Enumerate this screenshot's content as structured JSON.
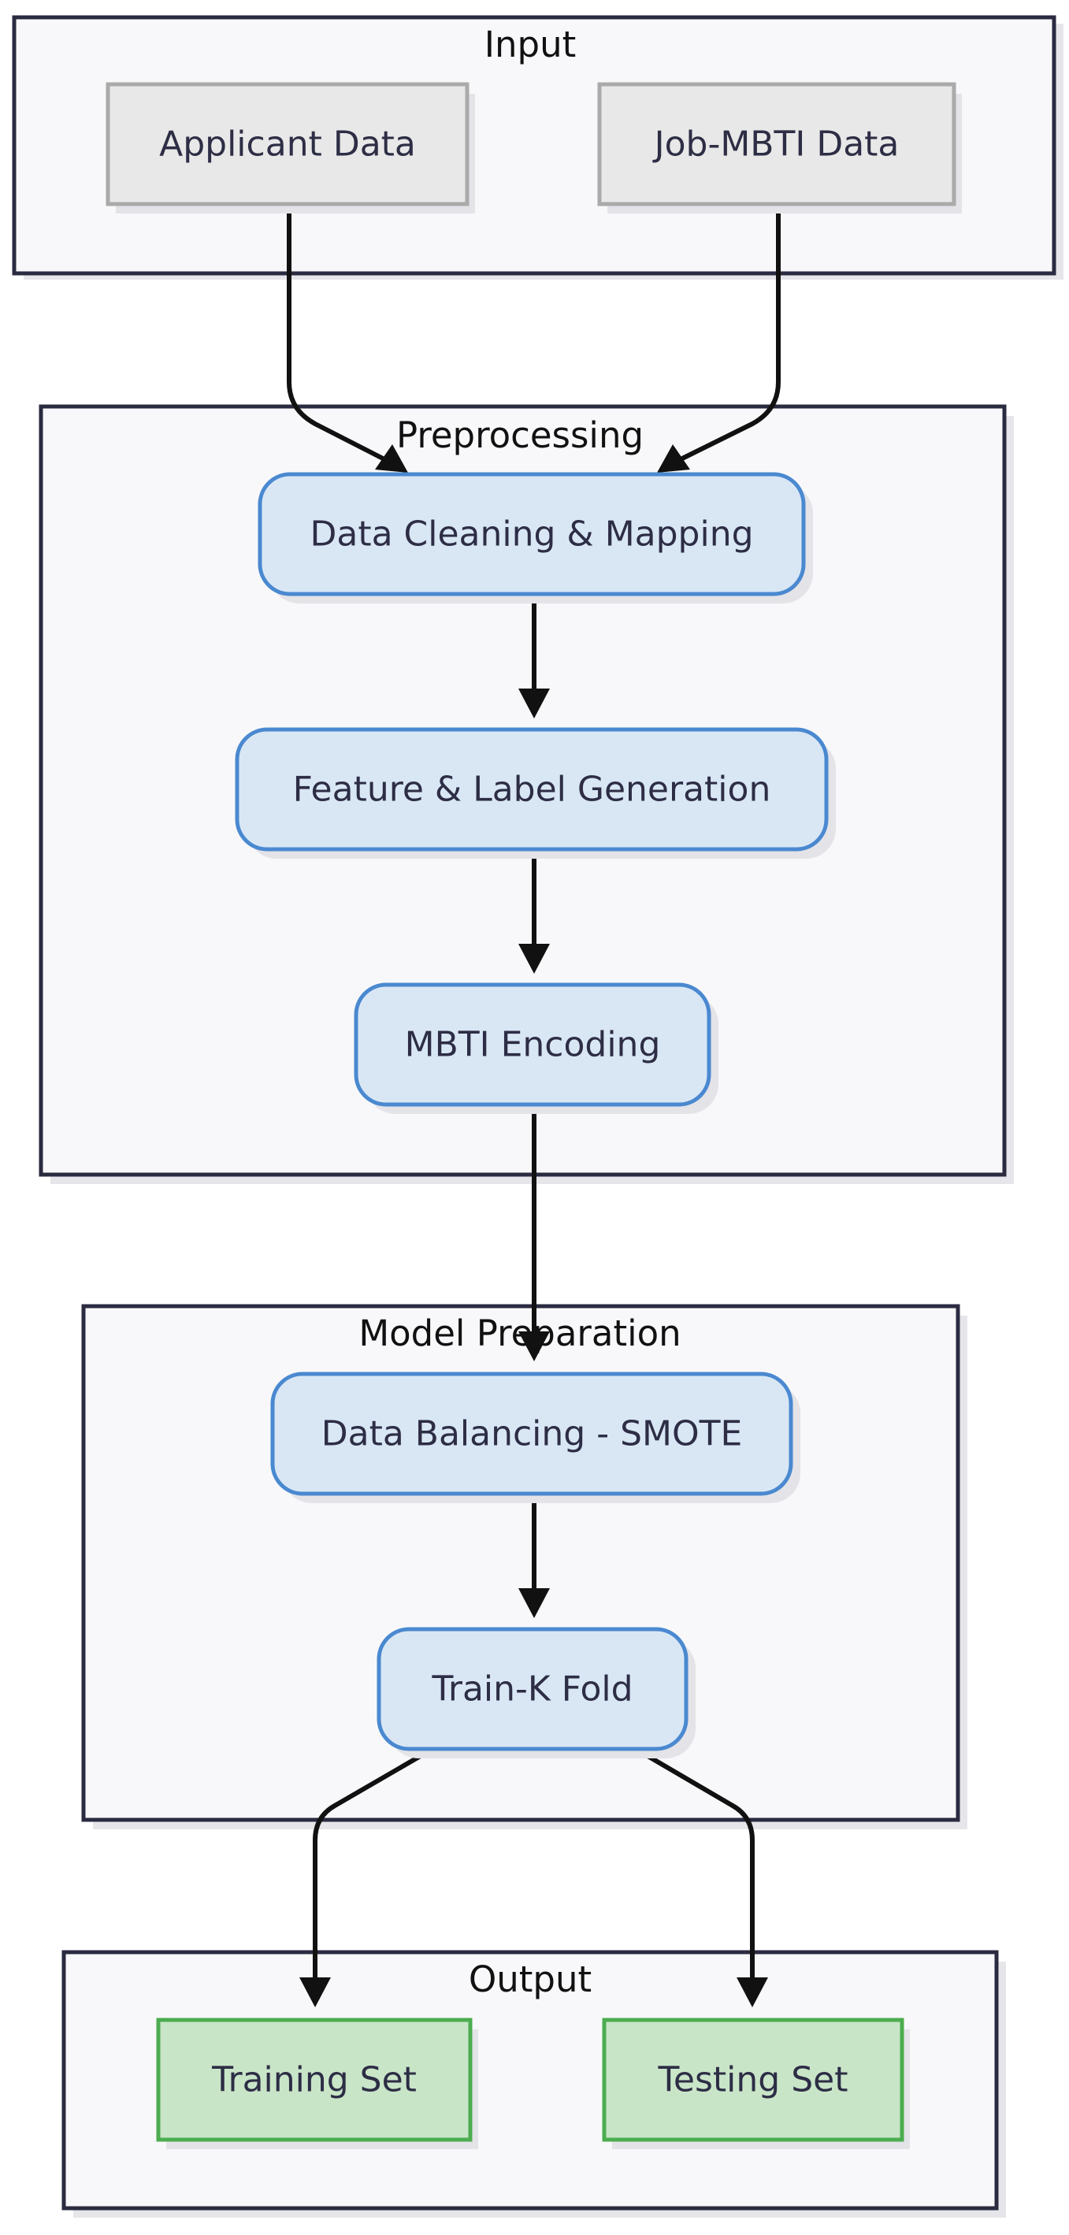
{
  "groups": {
    "input": {
      "title": "Input"
    },
    "preprocessing": {
      "title": "Preprocessing"
    },
    "model_preparation": {
      "title": "Model Preparation"
    },
    "output": {
      "title": "Output"
    }
  },
  "nodes": {
    "applicant_data": "Applicant Data",
    "job_mbti_data": "Job-MBTI Data",
    "data_cleaning": "Data Cleaning & Mapping",
    "feature_label": "Feature & Label Generation",
    "mbti_encoding": "MBTI Encoding",
    "data_balancing": "Data Balancing - SMOTE",
    "train_k_fold": "Train-K Fold",
    "training_set": "Training Set",
    "testing_set": "Testing Set"
  },
  "colors": {
    "process_fill": "#d9e7f5",
    "process_stroke": "#4a89d0",
    "input_fill": "#e8e8e8",
    "input_stroke": "#aaaaaa",
    "output_fill": "#c9e5c8",
    "output_stroke": "#4cad4f",
    "group_fill": "#f8f8fa",
    "group_stroke": "#2a2a40"
  },
  "edges": [
    {
      "from": "applicant_data",
      "to": "data_cleaning"
    },
    {
      "from": "job_mbti_data",
      "to": "data_cleaning"
    },
    {
      "from": "data_cleaning",
      "to": "feature_label"
    },
    {
      "from": "feature_label",
      "to": "mbti_encoding"
    },
    {
      "from": "mbti_encoding",
      "to": "data_balancing"
    },
    {
      "from": "data_balancing",
      "to": "train_k_fold"
    },
    {
      "from": "train_k_fold",
      "to": "training_set"
    },
    {
      "from": "train_k_fold",
      "to": "testing_set"
    }
  ]
}
